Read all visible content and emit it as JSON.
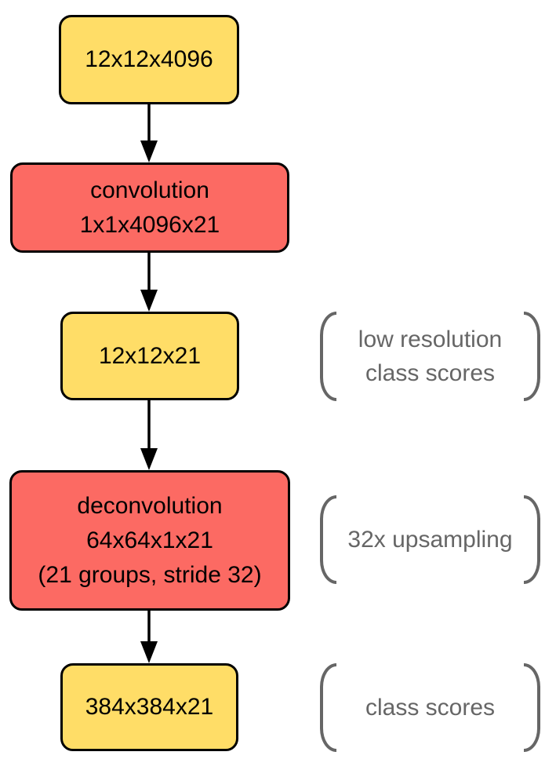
{
  "diagram": {
    "background": "#ffffff",
    "nodes": [
      {
        "id": "tensor-12x12x4096",
        "kind": "tensor",
        "lines": [
          "12x12x4096"
        ]
      },
      {
        "id": "convolution",
        "kind": "operation",
        "lines": [
          "convolution",
          "1x1x4096x21"
        ]
      },
      {
        "id": "tensor-12x12x21",
        "kind": "tensor",
        "lines": [
          "12x12x21"
        ]
      },
      {
        "id": "deconvolution",
        "kind": "operation",
        "lines": [
          "deconvolution",
          "64x64x1x21",
          "(21 groups, stride 32)"
        ]
      },
      {
        "id": "tensor-384x384x21",
        "kind": "tensor",
        "lines": [
          "384x384x21"
        ]
      }
    ],
    "annotations": [
      {
        "for": "tensor-12x12x21",
        "lines": [
          "low resolution",
          "class scores"
        ]
      },
      {
        "for": "deconvolution",
        "lines": [
          "32x upsampling"
        ]
      },
      {
        "for": "tensor-384x384x21",
        "lines": [
          "class scores"
        ]
      }
    ],
    "arrows": [
      {
        "from": "tensor-12x12x4096",
        "to": "convolution"
      },
      {
        "from": "convolution",
        "to": "tensor-12x12x21"
      },
      {
        "from": "tensor-12x12x21",
        "to": "deconvolution"
      },
      {
        "from": "deconvolution",
        "to": "tensor-384x384x21"
      }
    ],
    "colors": {
      "tensor_fill": "#ffdd67",
      "operation_fill": "#fc6a63",
      "node_border": "#000000",
      "node_text": "#000000",
      "annotation_text": "#666666",
      "arrow": "#000000"
    }
  }
}
